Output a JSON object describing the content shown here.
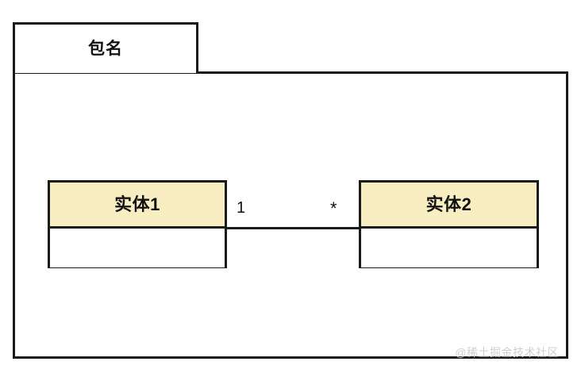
{
  "diagram": {
    "type": "uml-package-diagram",
    "package": {
      "name": "包名"
    },
    "entities": [
      {
        "id": "entity-1",
        "name": "实体1",
        "header_color": "#f8eec2",
        "body_text": ""
      },
      {
        "id": "entity-2",
        "name": "实体2",
        "header_color": "#f8eec2",
        "body_text": ""
      }
    ],
    "association": {
      "source_multiplicity": "1",
      "target_multiplicity": "*",
      "line_color": "#1a1a1a"
    }
  },
  "watermark": {
    "text": "@稀土掘金技术社区"
  },
  "colors": {
    "background": "#ffffff",
    "border": "#1a1a1a",
    "entity_header": "#f8eec2",
    "watermark": "#cfcfcf"
  }
}
